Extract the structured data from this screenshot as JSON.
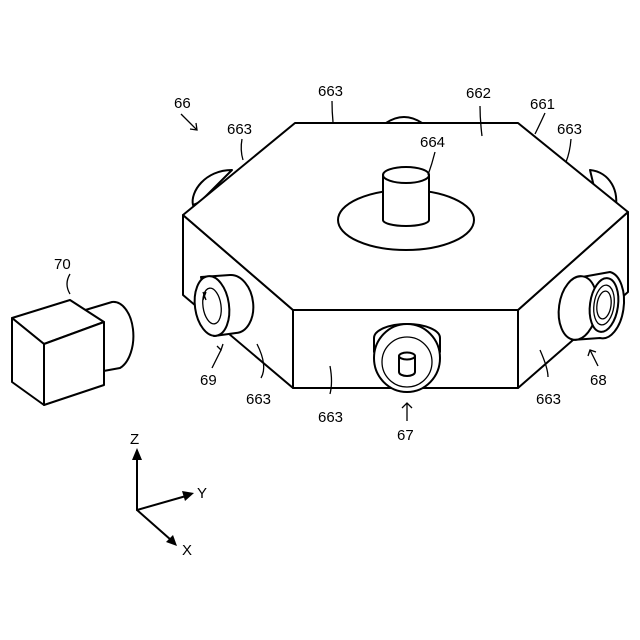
{
  "labels": {
    "assembly": "66",
    "top_plate": "661",
    "top_face": "662",
    "side_face": "663",
    "top_post": "664",
    "front_port": "67",
    "right_port": "68",
    "left_port": "69",
    "camera": "70"
  },
  "axes": {
    "z": "Z",
    "y": "Y",
    "x": "X"
  }
}
